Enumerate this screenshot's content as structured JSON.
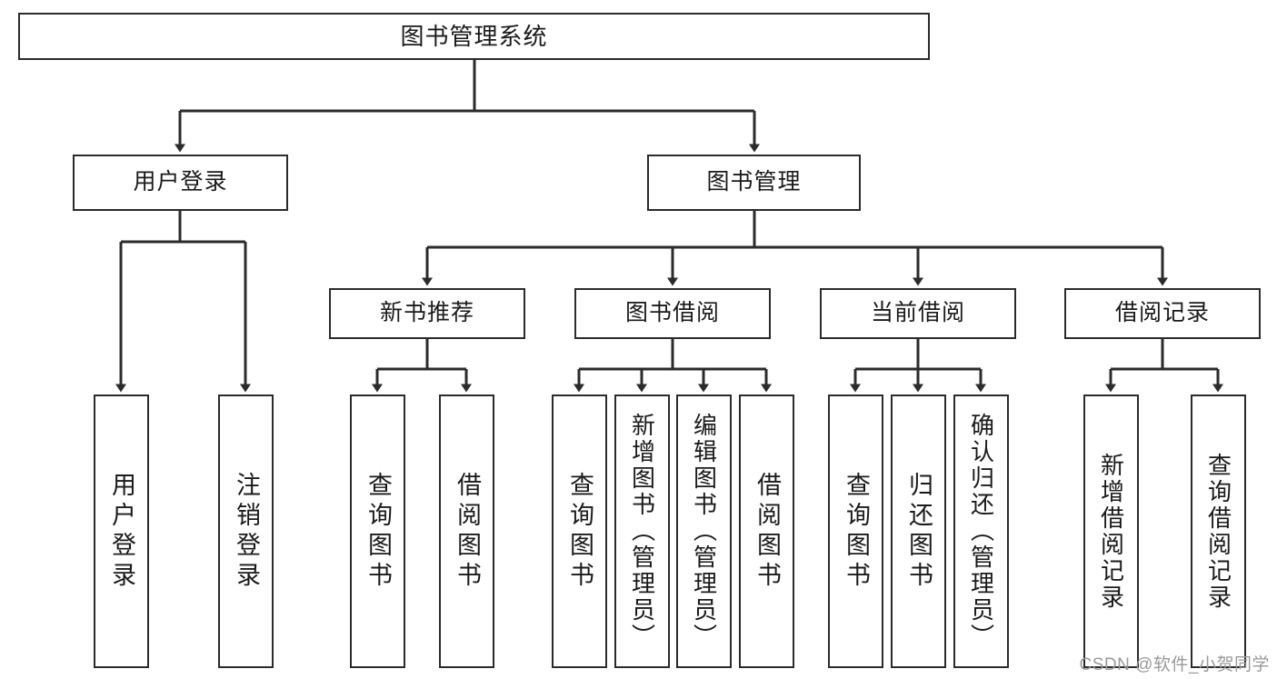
{
  "diagram": {
    "title": "图书管理系统",
    "type": "tree",
    "watermark": "CSDN @软件_小贺同学",
    "colors": {
      "box_border": "#2b2b2b",
      "box_fill": "#ffffff",
      "connector": "#2b2b2b",
      "background": "#ffffff",
      "watermark_text": "#9a9a9a"
    },
    "levels": {
      "root": "图书管理系统",
      "modules": [
        "用户登录",
        "图书管理"
      ],
      "submodules": [
        "新书推荐",
        "图书借阅",
        "当前借阅",
        "借阅记录"
      ]
    },
    "nodes": {
      "root": {
        "label": "图书管理系统"
      },
      "user_login": {
        "label": "用户登录"
      },
      "book_manage": {
        "label": "图书管理"
      },
      "new_book_rec": {
        "label": "新书推荐"
      },
      "book_borrow": {
        "label": "图书借阅"
      },
      "current_borrow": {
        "label": "当前借阅"
      },
      "borrow_record": {
        "label": "借阅记录"
      },
      "leaf_user_login": {
        "label": "用户登录"
      },
      "leaf_user_logout": {
        "label": "注销登录"
      },
      "leaf_rec_query": {
        "label": "查询图书"
      },
      "leaf_rec_borrow": {
        "label": "借阅图书"
      },
      "leaf_borrow_query": {
        "label": "查询图书"
      },
      "leaf_borrow_add": {
        "label": "新增图书（管理员）"
      },
      "leaf_borrow_edit": {
        "label": "编辑图书（管理员）"
      },
      "leaf_borrow_do": {
        "label": "借阅图书"
      },
      "leaf_cur_query": {
        "label": "查询图书"
      },
      "leaf_cur_return": {
        "label": "归还图书"
      },
      "leaf_cur_confirm": {
        "label": "确认归还（管理员）"
      },
      "leaf_rec_add": {
        "label": "新增借阅记录"
      },
      "leaf_rec_search": {
        "label": "查询借阅记录"
      }
    },
    "edges": [
      {
        "from": "root",
        "to": "user_login"
      },
      {
        "from": "root",
        "to": "book_manage"
      },
      {
        "from": "user_login",
        "to": "leaf_user_login"
      },
      {
        "from": "user_login",
        "to": "leaf_user_logout"
      },
      {
        "from": "book_manage",
        "to": "new_book_rec"
      },
      {
        "from": "book_manage",
        "to": "book_borrow"
      },
      {
        "from": "book_manage",
        "to": "current_borrow"
      },
      {
        "from": "book_manage",
        "to": "borrow_record"
      },
      {
        "from": "new_book_rec",
        "to": "leaf_rec_query"
      },
      {
        "from": "new_book_rec",
        "to": "leaf_rec_borrow"
      },
      {
        "from": "book_borrow",
        "to": "leaf_borrow_query"
      },
      {
        "from": "book_borrow",
        "to": "leaf_borrow_add"
      },
      {
        "from": "book_borrow",
        "to": "leaf_borrow_edit"
      },
      {
        "from": "book_borrow",
        "to": "leaf_borrow_do"
      },
      {
        "from": "current_borrow",
        "to": "leaf_cur_query"
      },
      {
        "from": "current_borrow",
        "to": "leaf_cur_return"
      },
      {
        "from": "current_borrow",
        "to": "leaf_cur_confirm"
      },
      {
        "from": "borrow_record",
        "to": "leaf_rec_add"
      },
      {
        "from": "borrow_record",
        "to": "leaf_rec_search"
      }
    ]
  }
}
